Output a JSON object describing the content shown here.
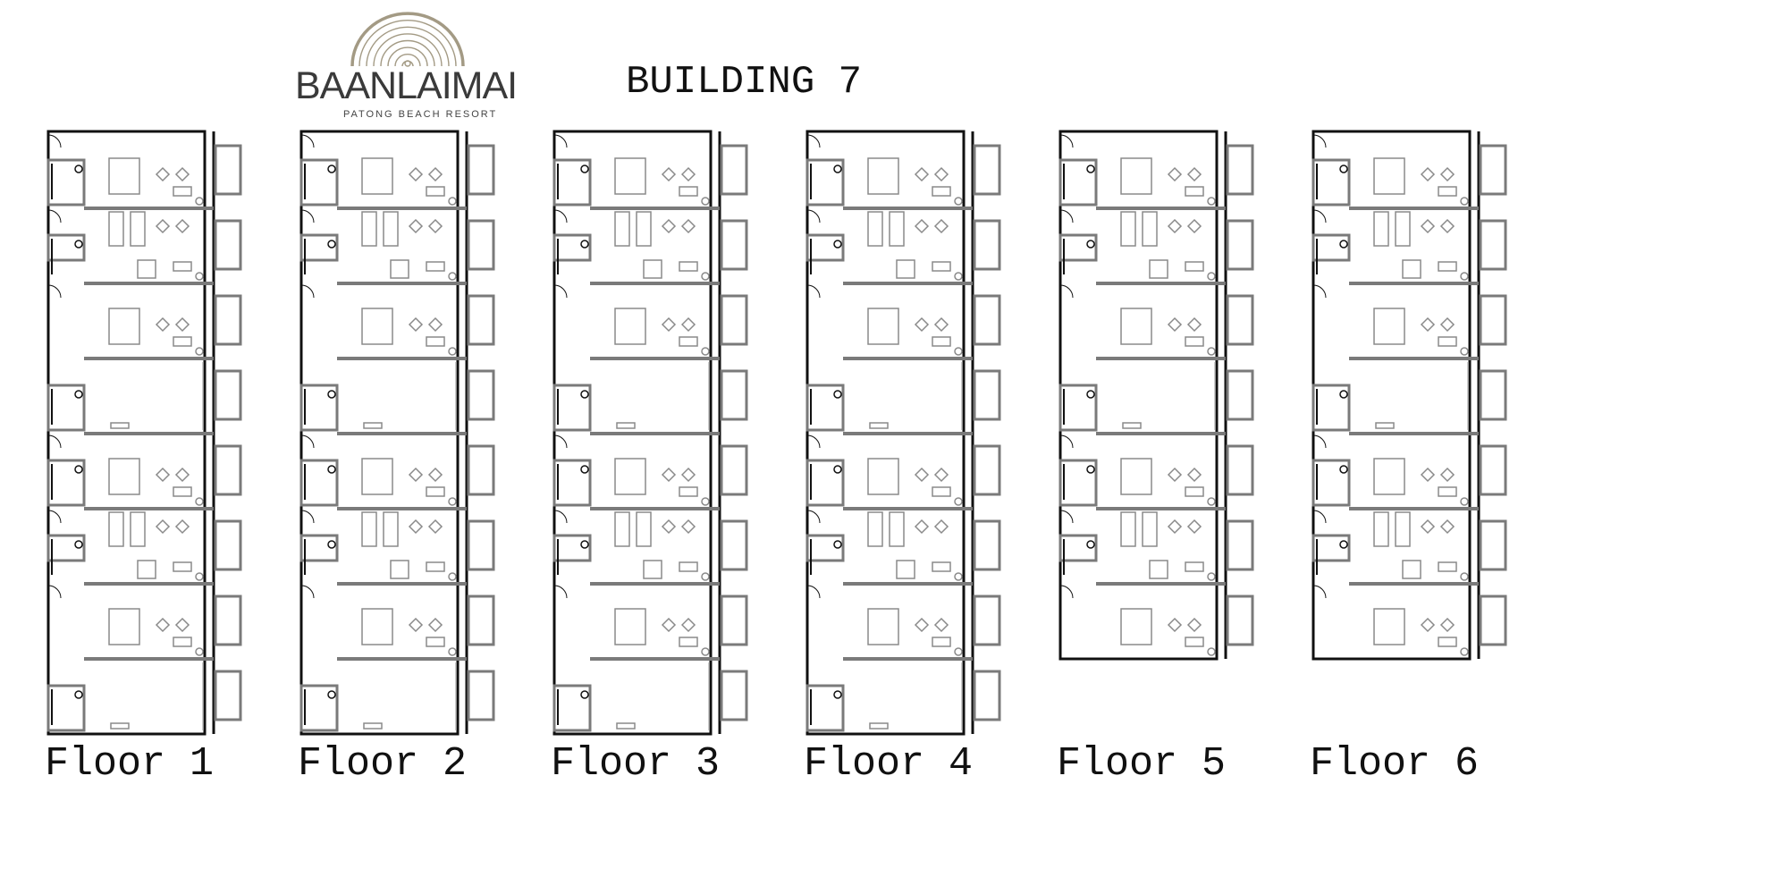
{
  "logo": {
    "brand": "BAANLAIMAI",
    "tagline": "PATONG BEACH RESORT",
    "ring_color": "#a39a84"
  },
  "title": "BUILDING 7",
  "colors": {
    "wall": "#111111",
    "partition": "#7a7a7a",
    "furniture": "#8a8a8a"
  },
  "floors": [
    {
      "label": "Floor 1",
      "modules": 8
    },
    {
      "label": "Floor 2",
      "modules": 8
    },
    {
      "label": "Floor 3",
      "modules": 8
    },
    {
      "label": "Floor 4",
      "modules": 8
    },
    {
      "label": "Floor 5",
      "modules": 7
    },
    {
      "label": "Floor 6",
      "modules": 7
    }
  ]
}
